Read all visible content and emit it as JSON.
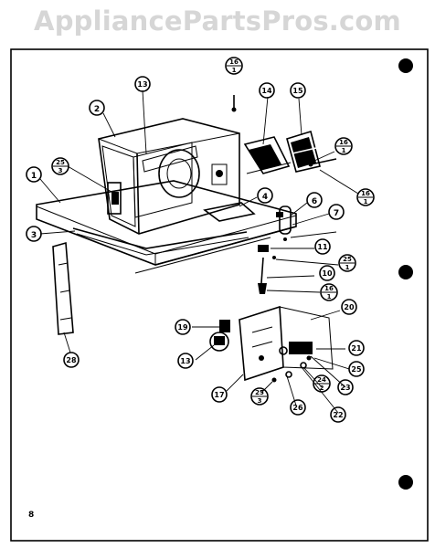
{
  "watermark": "AppliancePartsPros.com",
  "page_number": "8",
  "callouts": [
    {
      "id": "c1",
      "label": "1"
    },
    {
      "id": "c2",
      "label": "2"
    },
    {
      "id": "c3",
      "label": "3"
    },
    {
      "id": "c4",
      "label": "4"
    },
    {
      "id": "c6",
      "label": "6"
    },
    {
      "id": "c7",
      "label": "7"
    },
    {
      "id": "c10",
      "label": "10"
    },
    {
      "id": "c11",
      "label": "11"
    },
    {
      "id": "c13a",
      "label": "13"
    },
    {
      "id": "c13b",
      "label": "13"
    },
    {
      "id": "c14",
      "label": "14"
    },
    {
      "id": "c15",
      "label": "15"
    },
    {
      "id": "c16a",
      "top": "16",
      "bottom": "1"
    },
    {
      "id": "c16b",
      "top": "16",
      "bottom": "1"
    },
    {
      "id": "c16c",
      "top": "16",
      "bottom": "1"
    },
    {
      "id": "c16d",
      "top": "16",
      "bottom": "1"
    },
    {
      "id": "c17",
      "label": "17"
    },
    {
      "id": "c19",
      "label": "19"
    },
    {
      "id": "c20",
      "label": "20"
    },
    {
      "id": "c21",
      "label": "21"
    },
    {
      "id": "c22",
      "label": "22"
    },
    {
      "id": "c23",
      "label": "23"
    },
    {
      "id": "c24",
      "top": "24",
      "bottom": "2"
    },
    {
      "id": "c25a",
      "top": "25",
      "bottom": "3"
    },
    {
      "id": "c25b",
      "top": "25",
      "bottom": "1"
    },
    {
      "id": "c25c",
      "label": "25"
    },
    {
      "id": "c25d",
      "top": "25",
      "bottom": "3"
    },
    {
      "id": "c26",
      "label": "26"
    },
    {
      "id": "c28",
      "label": "28"
    }
  ]
}
